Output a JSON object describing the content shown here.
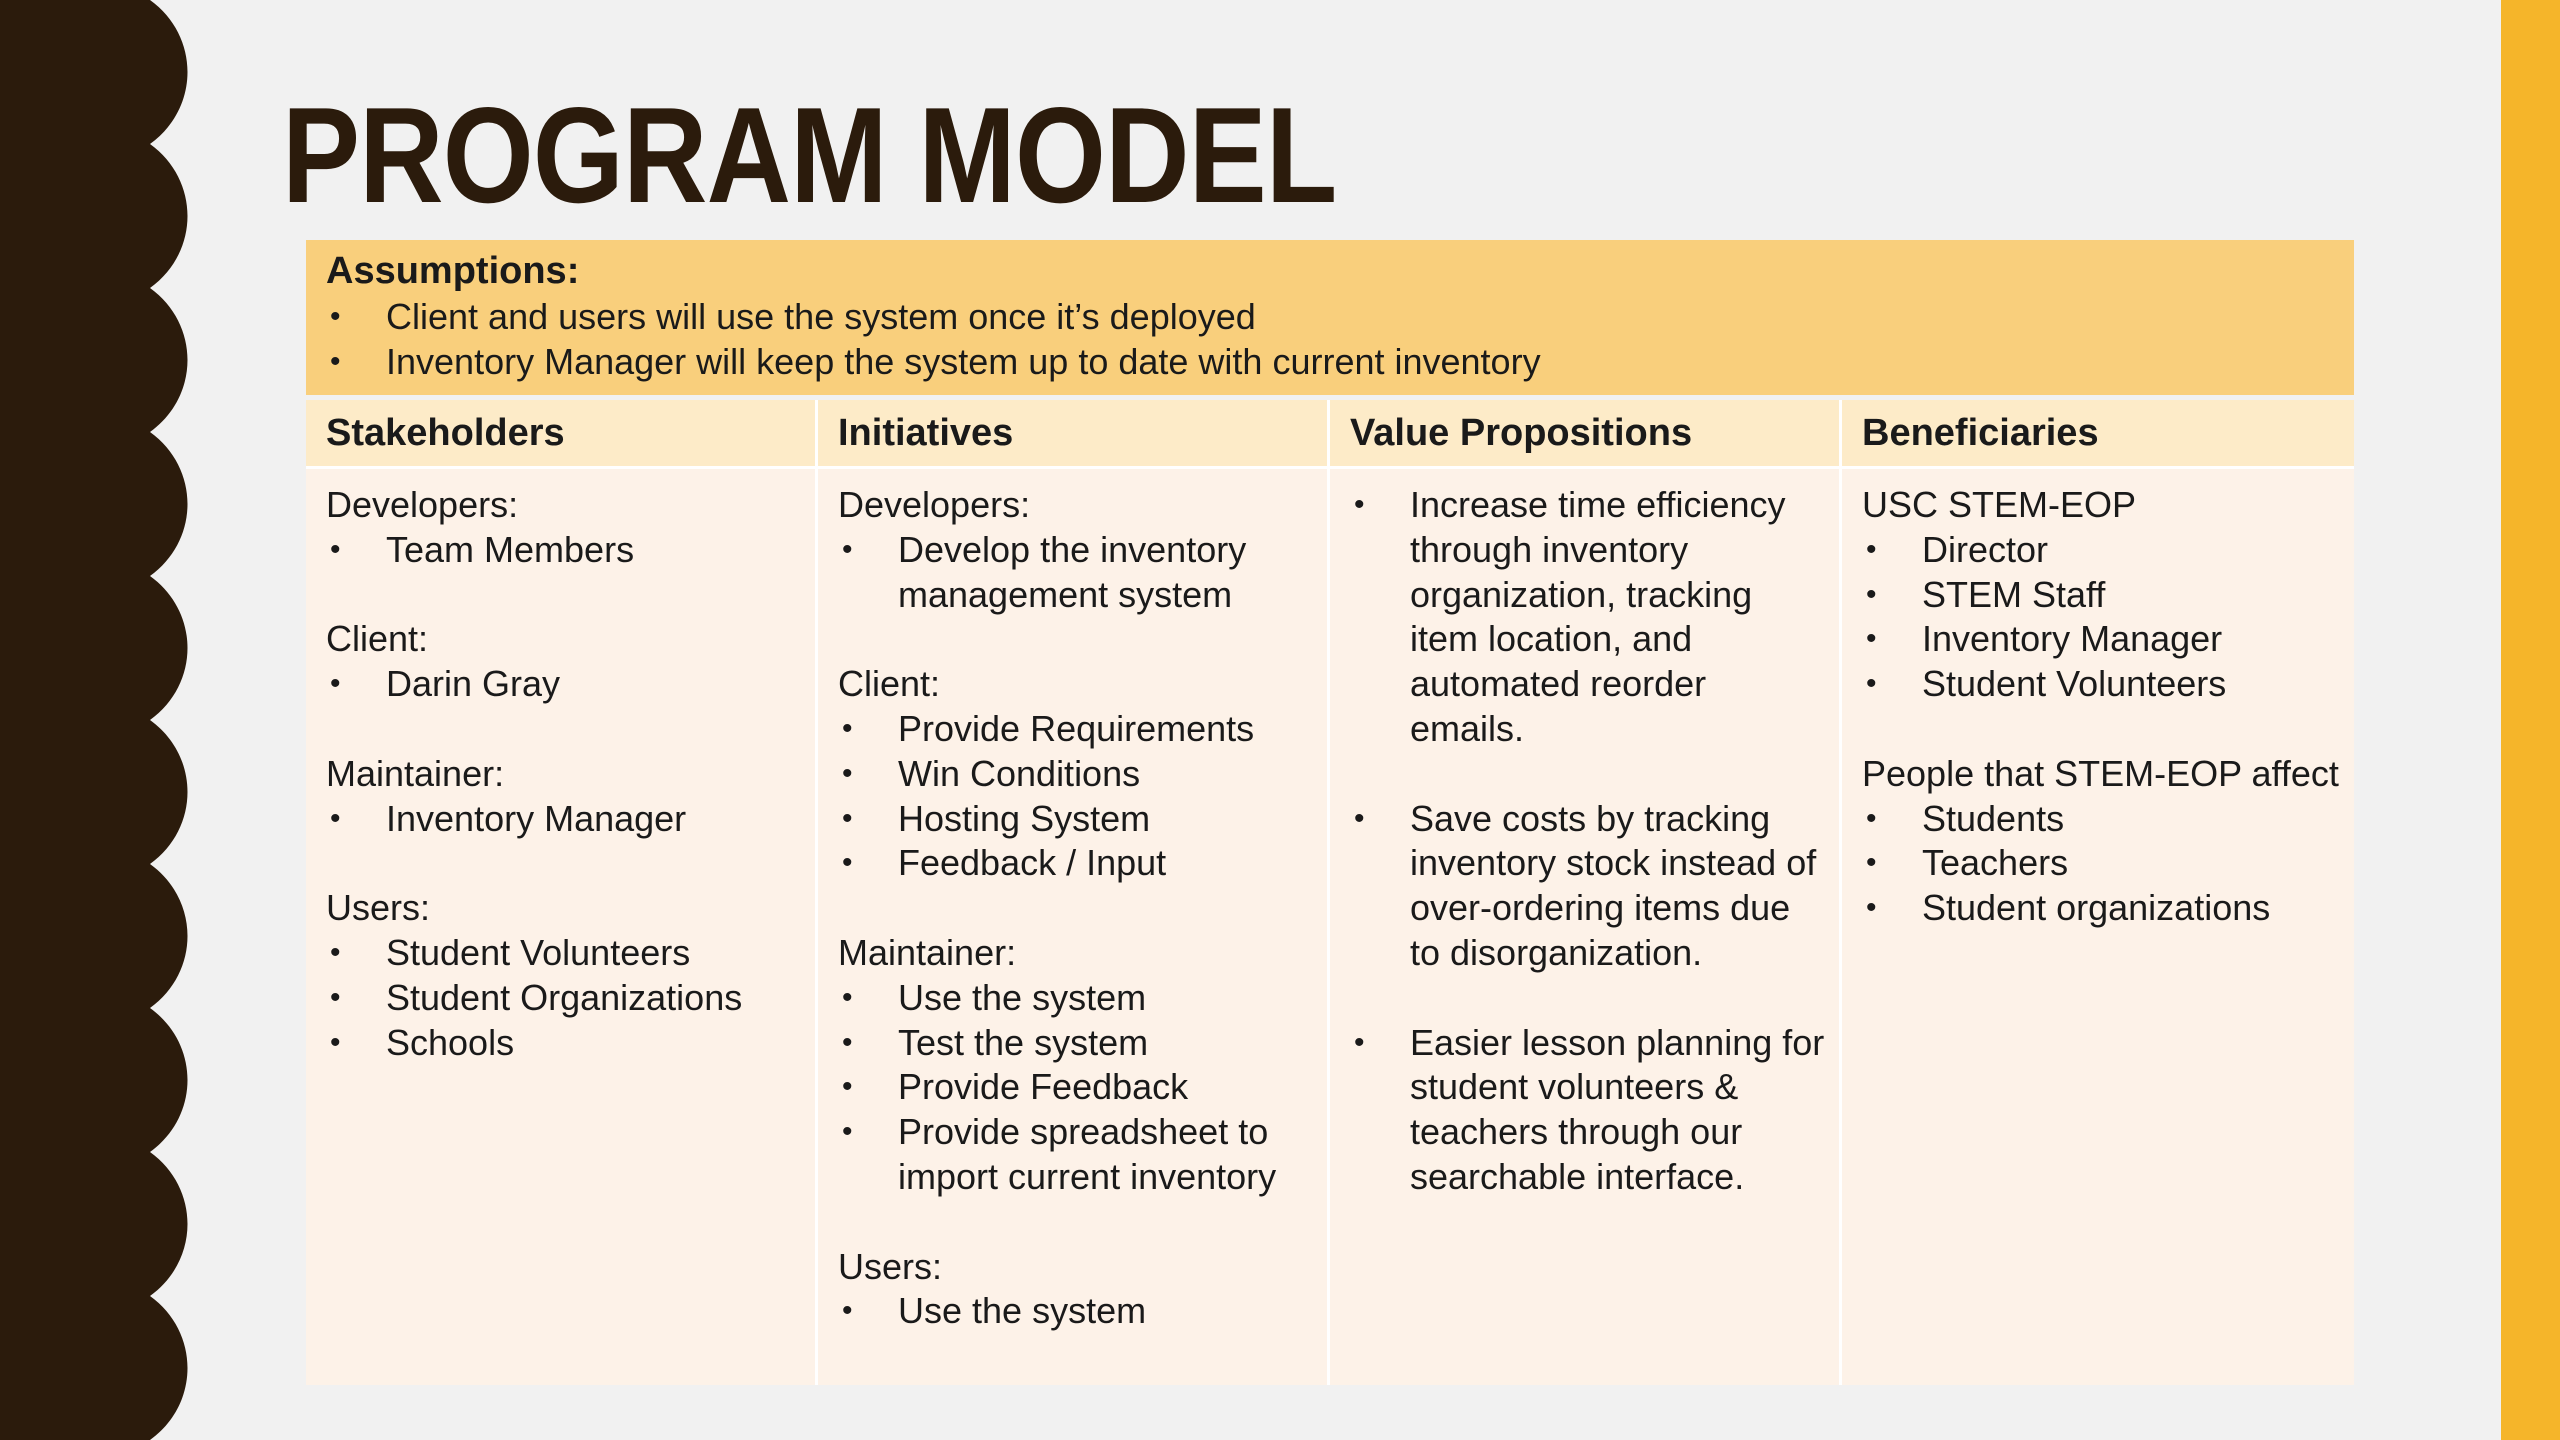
{
  "title": "PROGRAM MODEL",
  "colors": {
    "left_band": "#2b1b0c",
    "right_bar": "#f5b52a",
    "assumptions_bg": "#f9cf7c",
    "header_bg": "#fdebc8",
    "body_bg": "#fdf2e8"
  },
  "assumptions": {
    "heading": "Assumptions:",
    "items": [
      "Client and users will use the system once it’s deployed",
      "Inventory Manager will keep the system up to date with current inventory"
    ]
  },
  "columns": {
    "stakeholders": {
      "header": "Stakeholders",
      "developers_label": "Developers:",
      "developers_items": [
        "Team Members"
      ],
      "client_label": "Client:",
      "client_items": [
        "Darin Gray"
      ],
      "maintainer_label": "Maintainer:",
      "maintainer_items": [
        "Inventory Manager"
      ],
      "users_label": "Users:",
      "users_items": [
        "Student Volunteers",
        "Student Organizations",
        "Schools"
      ]
    },
    "initiatives": {
      "header": "Initiatives",
      "developers_label": "Developers:",
      "developers_items": [
        [
          "Develop the inventory",
          "management system"
        ]
      ],
      "client_label": "Client:",
      "client_items": [
        "Provide Requirements",
        "Win Conditions",
        "Hosting System",
        "Feedback / Input"
      ],
      "maintainer_label": "Maintainer:",
      "maintainer_items": [
        [
          "Use the system"
        ],
        [
          "Test the system"
        ],
        [
          "Provide Feedback"
        ],
        [
          "Provide spreadsheet to",
          "import current inventory"
        ]
      ],
      "users_label": "Users:",
      "users_items": [
        "Use the system"
      ]
    },
    "value_propositions": {
      "header": "Value Propositions",
      "items": [
        [
          "Increase time efficiency",
          "through inventory",
          "organization, tracking",
          "item location, and",
          "automated reorder",
          "emails."
        ],
        [
          "Save costs by tracking",
          "inventory stock instead of",
          "over-ordering items due",
          "to disorganization."
        ],
        [
          "Easier lesson planning for",
          "student volunteers &",
          "teachers through our",
          "searchable interface."
        ]
      ]
    },
    "beneficiaries": {
      "header": "Beneficiaries",
      "group1_label": "USC STEM-EOP",
      "group1_items": [
        "Director",
        "STEM Staff",
        "Inventory Manager",
        "Student Volunteers"
      ],
      "group2_label": "People that STEM-EOP affect",
      "group2_items": [
        "Students",
        "Teachers",
        "Student organizations"
      ]
    }
  }
}
